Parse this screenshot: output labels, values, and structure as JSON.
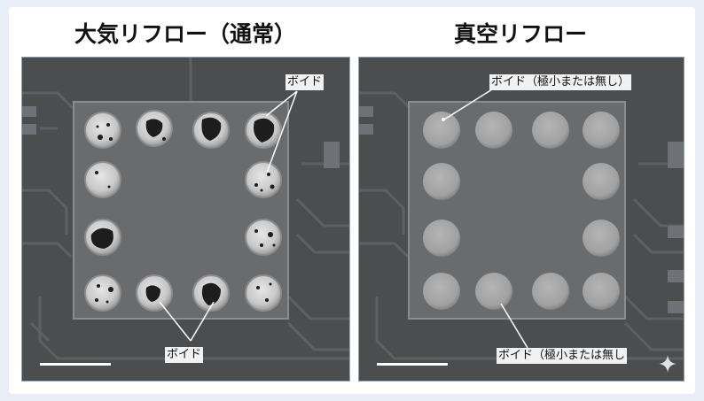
{
  "left_panel": {
    "title": "大気リフロー（通常）",
    "label_top": "ボイド",
    "label_bottom": "ボイド"
  },
  "right_panel": {
    "title": "真空リフロー",
    "label_top": "ボイド（極小または無し）",
    "label_bottom": "ボイド（極小または無し"
  },
  "watermark": {
    "icon": "sparkle-icon"
  }
}
